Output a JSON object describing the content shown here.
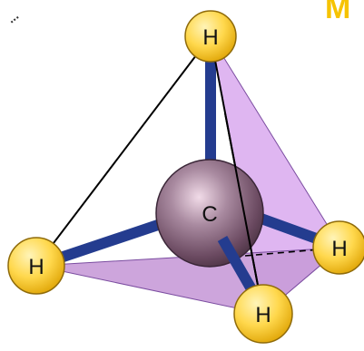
{
  "atoms": {
    "carbon": {
      "label": "C"
    },
    "hydrogens": [
      {
        "label": "H"
      },
      {
        "label": "H"
      },
      {
        "label": "H"
      },
      {
        "label": "H"
      }
    ]
  },
  "cropped_text": {
    "top_left": "...",
    "top_right": "M"
  },
  "colors": {
    "face_fill": "#d9a9ee",
    "face_stroke": "#8a4fb0",
    "bond": "#243c8f",
    "hydrogen_fill": "#ffd84d",
    "hydrogen_stroke": "#a07a10",
    "carbon_fill": "#7d5a73",
    "partial_text_top_right": "#f6c300"
  }
}
